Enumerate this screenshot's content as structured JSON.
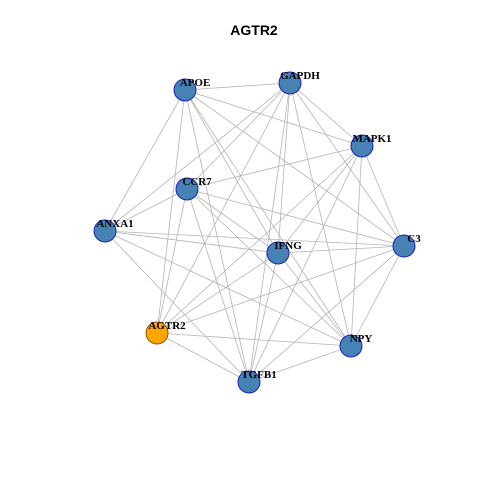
{
  "title": "AGTR2",
  "colors": {
    "default_node_fill": "#4682b4",
    "default_node_stroke": "#1f1fbf",
    "highlight_node_fill": "#ffa500",
    "highlight_node_stroke": "#8a5a00",
    "edge": "#b4b4b4"
  },
  "nodes": [
    {
      "id": "APOE",
      "label": "APOE",
      "highlight": false
    },
    {
      "id": "GAPDH",
      "label": "GAPDH",
      "highlight": false
    },
    {
      "id": "MAPK1",
      "label": "MAPK1",
      "highlight": false
    },
    {
      "id": "CCR7",
      "label": "CCR7",
      "highlight": false
    },
    {
      "id": "ANXA1",
      "label": "ANXA1",
      "highlight": false
    },
    {
      "id": "IFNG",
      "label": "IFNG",
      "highlight": false
    },
    {
      "id": "C3",
      "label": "C3",
      "highlight": false
    },
    {
      "id": "AGTR2",
      "label": "AGTR2",
      "highlight": true
    },
    {
      "id": "NPY",
      "label": "NPY",
      "highlight": false
    },
    {
      "id": "TGFB1",
      "label": "TGFB1",
      "highlight": false
    }
  ],
  "edges": [
    [
      "APOE",
      "GAPDH"
    ],
    [
      "APOE",
      "MAPK1"
    ],
    [
      "APOE",
      "ANXA1"
    ],
    [
      "APOE",
      "IFNG"
    ],
    [
      "APOE",
      "C3"
    ],
    [
      "APOE",
      "AGTR2"
    ],
    [
      "APOE",
      "NPY"
    ],
    [
      "APOE",
      "TGFB1"
    ],
    [
      "GAPDH",
      "MAPK1"
    ],
    [
      "GAPDH",
      "CCR7"
    ],
    [
      "GAPDH",
      "ANXA1"
    ],
    [
      "GAPDH",
      "IFNG"
    ],
    [
      "GAPDH",
      "C3"
    ],
    [
      "GAPDH",
      "AGTR2"
    ],
    [
      "GAPDH",
      "NPY"
    ],
    [
      "GAPDH",
      "TGFB1"
    ],
    [
      "MAPK1",
      "CCR7"
    ],
    [
      "MAPK1",
      "IFNG"
    ],
    [
      "MAPK1",
      "AGTR2"
    ],
    [
      "MAPK1",
      "NPY"
    ],
    [
      "MAPK1",
      "TGFB1"
    ],
    [
      "MAPK1",
      "C3"
    ],
    [
      "CCR7",
      "ANXA1"
    ],
    [
      "CCR7",
      "IFNG"
    ],
    [
      "CCR7",
      "C3"
    ],
    [
      "CCR7",
      "AGTR2"
    ],
    [
      "CCR7",
      "NPY"
    ],
    [
      "CCR7",
      "TGFB1"
    ],
    [
      "ANXA1",
      "IFNG"
    ],
    [
      "ANXA1",
      "C3"
    ],
    [
      "ANXA1",
      "NPY"
    ],
    [
      "ANXA1",
      "TGFB1"
    ],
    [
      "IFNG",
      "C3"
    ],
    [
      "IFNG",
      "AGTR2"
    ],
    [
      "IFNG",
      "NPY"
    ],
    [
      "IFNG",
      "TGFB1"
    ],
    [
      "C3",
      "AGTR2"
    ],
    [
      "C3",
      "NPY"
    ],
    [
      "C3",
      "TGFB1"
    ],
    [
      "AGTR2",
      "NPY"
    ],
    [
      "AGTR2",
      "TGFB1"
    ],
    [
      "NPY",
      "TGFB1"
    ]
  ]
}
